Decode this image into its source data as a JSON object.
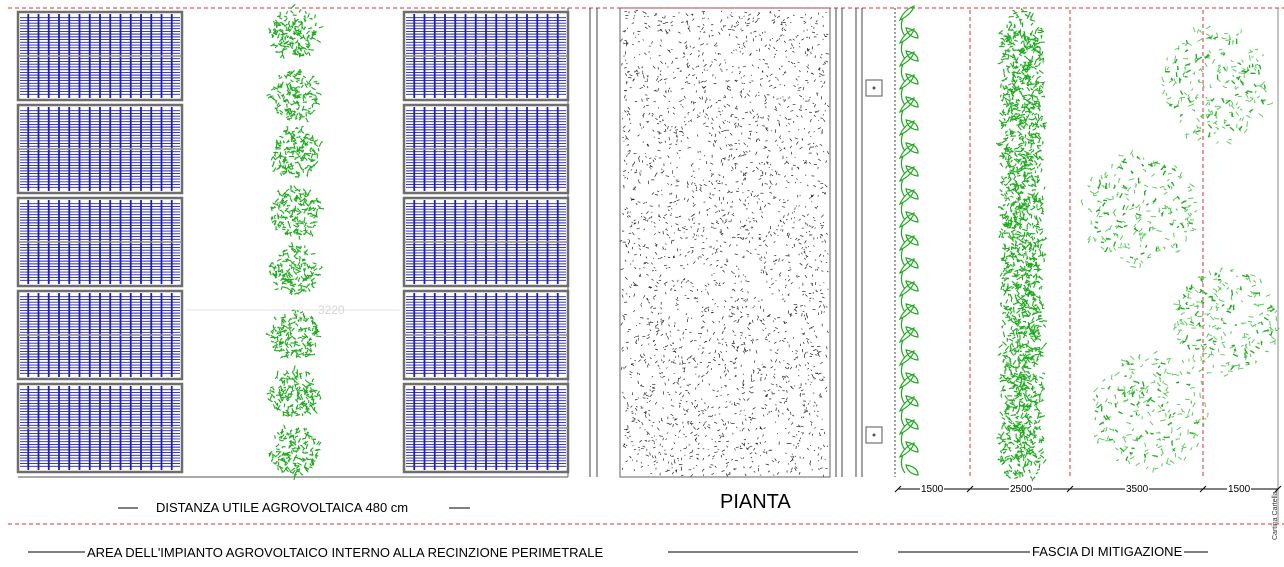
{
  "labels": {
    "distanza": "DISTANZA UTILE AGROVOLTAICA 480 cm",
    "pianta": "PIANTA",
    "area": "AREA DELL'IMPIANTO AGROVOLTAICO INTERNO ALLA RECINZIONE PERIMETRALE",
    "fascia": "FASCIA DI MITIGAZIONE",
    "center_dim": "3220",
    "stamp": "Cartina Cartella"
  },
  "dimensions": [
    "1500",
    "2500",
    "3500",
    "1500"
  ],
  "colors": {
    "panel": "#1f1fb8",
    "panel_frame": "#6e6e6e",
    "vegetation": "#1faa1f",
    "vegetation_light": "#55c955",
    "red_line": "#e03030",
    "gravel": "#222222"
  },
  "icons": {
    "solar_panel": "solar-panel-icon",
    "shrub": "shrub-icon",
    "hedge_plant": "hedge-plant-icon",
    "tree": "tree-canopy-icon",
    "fence_post": "fence-post-icon"
  }
}
